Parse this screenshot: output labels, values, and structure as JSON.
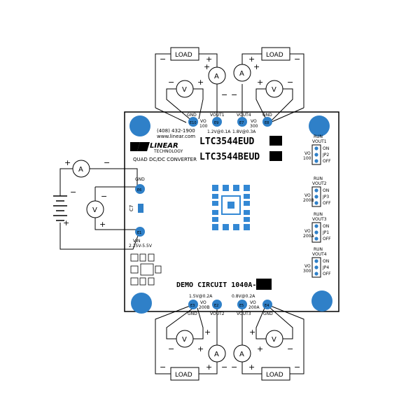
{
  "colors": {
    "pad": "#2f80c8",
    "board_edge": "#000000",
    "chip": "#3388d4"
  },
  "board": {
    "phone": "(408) 432-1900",
    "website": "www.linear.com",
    "logo_text": "LINEAR",
    "logo_sub": "TECHNOLOGY",
    "subtitle": "QUAD DC/DC CONVERTER",
    "part1": "LTC3544EUD",
    "part2": "LTC3544BEUD",
    "demo_circuit": "DEMO CIRCUIT 1040A-",
    "c7": "C7"
  },
  "top_left": {
    "load": "LOAD",
    "v": "V",
    "a": "A",
    "gnd": "GND",
    "vout": "VOUT1",
    "vo": "VO",
    "vo_num": "100",
    "spec": "1.2V@0.1A",
    "e_gnd": "E10",
    "e_vout": "E9"
  },
  "top_right": {
    "load": "LOAD",
    "v": "V",
    "a": "A",
    "gnd": "GND",
    "vout": "VOUT4",
    "vo": "VO",
    "vo_num": "300",
    "spec": "1.8V@0.3A",
    "e_gnd": "E8",
    "e_vout": "E7"
  },
  "bottom_left": {
    "load": "LOAD",
    "v": "V",
    "a": "A",
    "gnd": "GND",
    "vout": "VOUT2",
    "vo": "VO",
    "vo_num": "200B",
    "spec": "1.5V@0.2A",
    "e_gnd": "E3",
    "e_vout": "E2"
  },
  "bottom_right": {
    "load": "LOAD",
    "v": "V",
    "a": "A",
    "gnd": "GND",
    "vout": "VOUT3",
    "vo": "VO",
    "vo_num": "200A",
    "spec": "0.8V@0.2A",
    "e_gnd": "E4",
    "e_vout": "E5"
  },
  "input": {
    "a": "A",
    "v": "V",
    "gnd": "GND",
    "vin": "VIN",
    "range": "2.25V-5.5V",
    "e_gnd": "E6",
    "e_vin": "E1"
  },
  "jumpers": [
    {
      "run": "RUN",
      "vout": "VOUT1",
      "vo": "VO",
      "vo_num": "100",
      "on": "ON",
      "jp": "JP2",
      "off": "OFF"
    },
    {
      "run": "RUN",
      "vout": "VOUT2",
      "vo": "VO",
      "vo_num": "200B",
      "on": "ON",
      "jp": "JP3",
      "off": "OFF"
    },
    {
      "run": "RUN",
      "vout": "VOUT3",
      "vo": "VO",
      "vo_num": "200A",
      "on": "ON",
      "jp": "JP1",
      "off": "OFF"
    },
    {
      "run": "RUN",
      "vout": "VOUT4",
      "vo": "VO",
      "vo_num": "300",
      "on": "ON",
      "jp": "JP4",
      "off": "OFF"
    }
  ],
  "plus": "+",
  "minus": "−"
}
